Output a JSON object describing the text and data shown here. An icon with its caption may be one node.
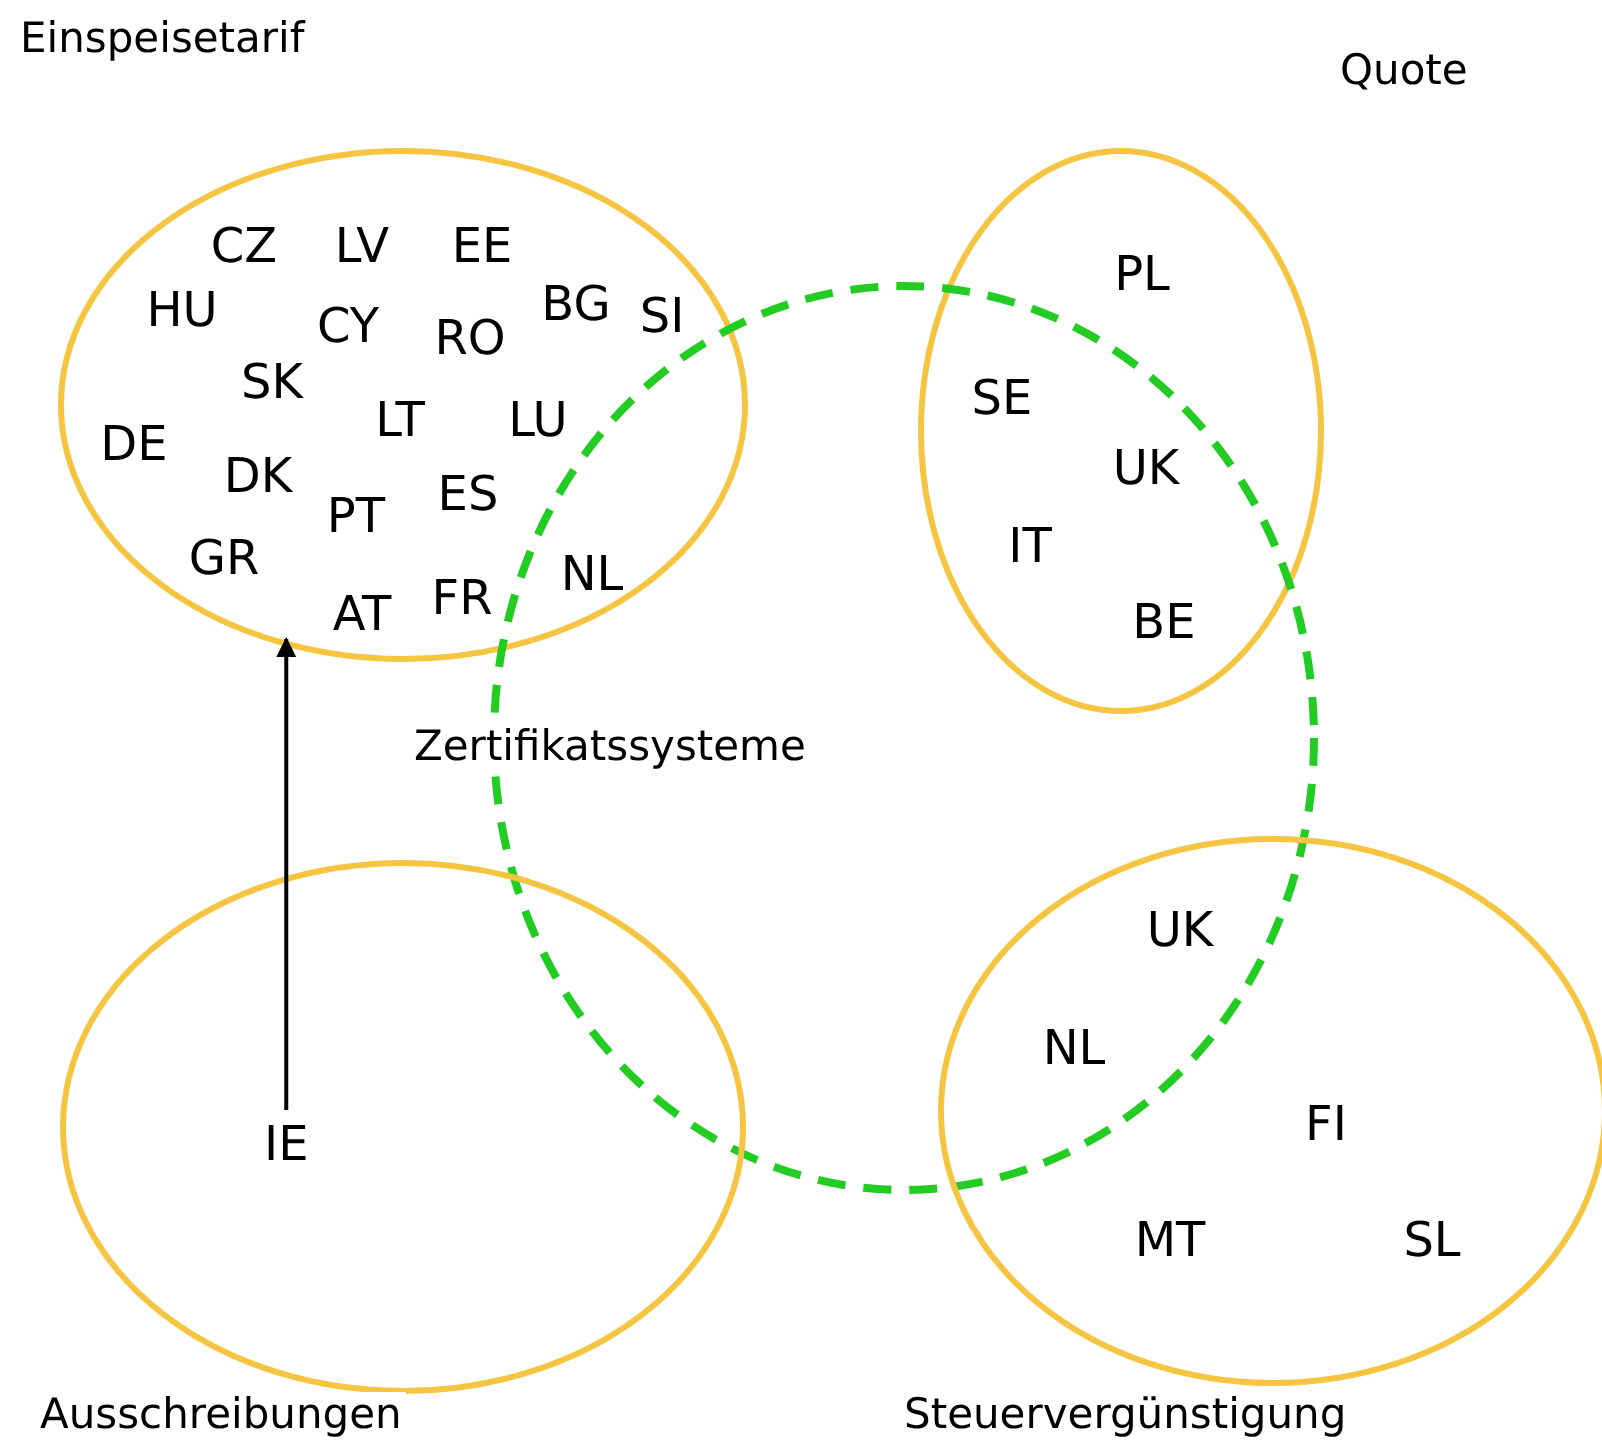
{
  "diagram": {
    "nodes": [
      {
        "text": [
          "Einspeisetarif"
        ]
      },
      {
        "text": [
          "Quote"
        ]
      },
      {
        "text": [
          "Zertifikatssysteme"
        ]
      },
      {
        "text": [
          "Ausschreibungen"
        ]
      },
      {
        "text": [
          "Steuervergünstigung"
        ]
      },
      {
        "text": [
          "IE"
        ],
        "in": 3
      }
    ],
    "edges": [
      {
        "from": 5,
        "to": 0,
        "arrow": "to"
      }
    ],
    "labels": [
      "CZ",
      "LV",
      "EE",
      "HU",
      "CY",
      "RO",
      "BG",
      "SI",
      "SK",
      "LT",
      "LU",
      "DE",
      "DK",
      "PT",
      "ES",
      "GR",
      "AT",
      "FR",
      "NL",
      "PL",
      "SE",
      "UK",
      "IT",
      "BE",
      "UK",
      "NL",
      "FI",
      "MT",
      "SL"
    ]
  }
}
